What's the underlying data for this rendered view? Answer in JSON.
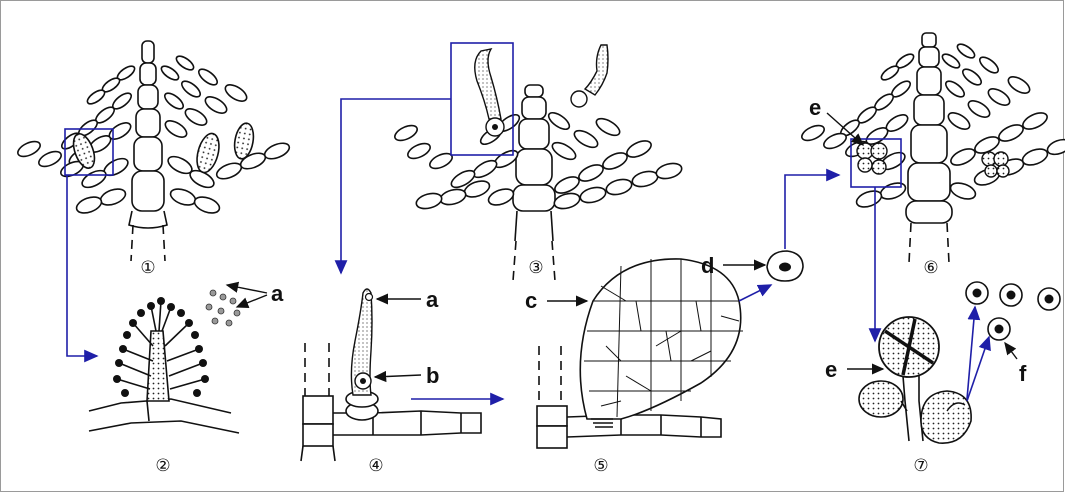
{
  "stages": [
    "①",
    "②",
    "③",
    "④",
    "⑤",
    "⑥",
    "⑦"
  ],
  "labels": {
    "a": "a",
    "b": "b",
    "c": "c",
    "d": "d",
    "e": "e",
    "f": "f"
  },
  "colors": {
    "line": "#111111",
    "arrow": "#1f1fa8",
    "border": "#9a9a9a"
  }
}
